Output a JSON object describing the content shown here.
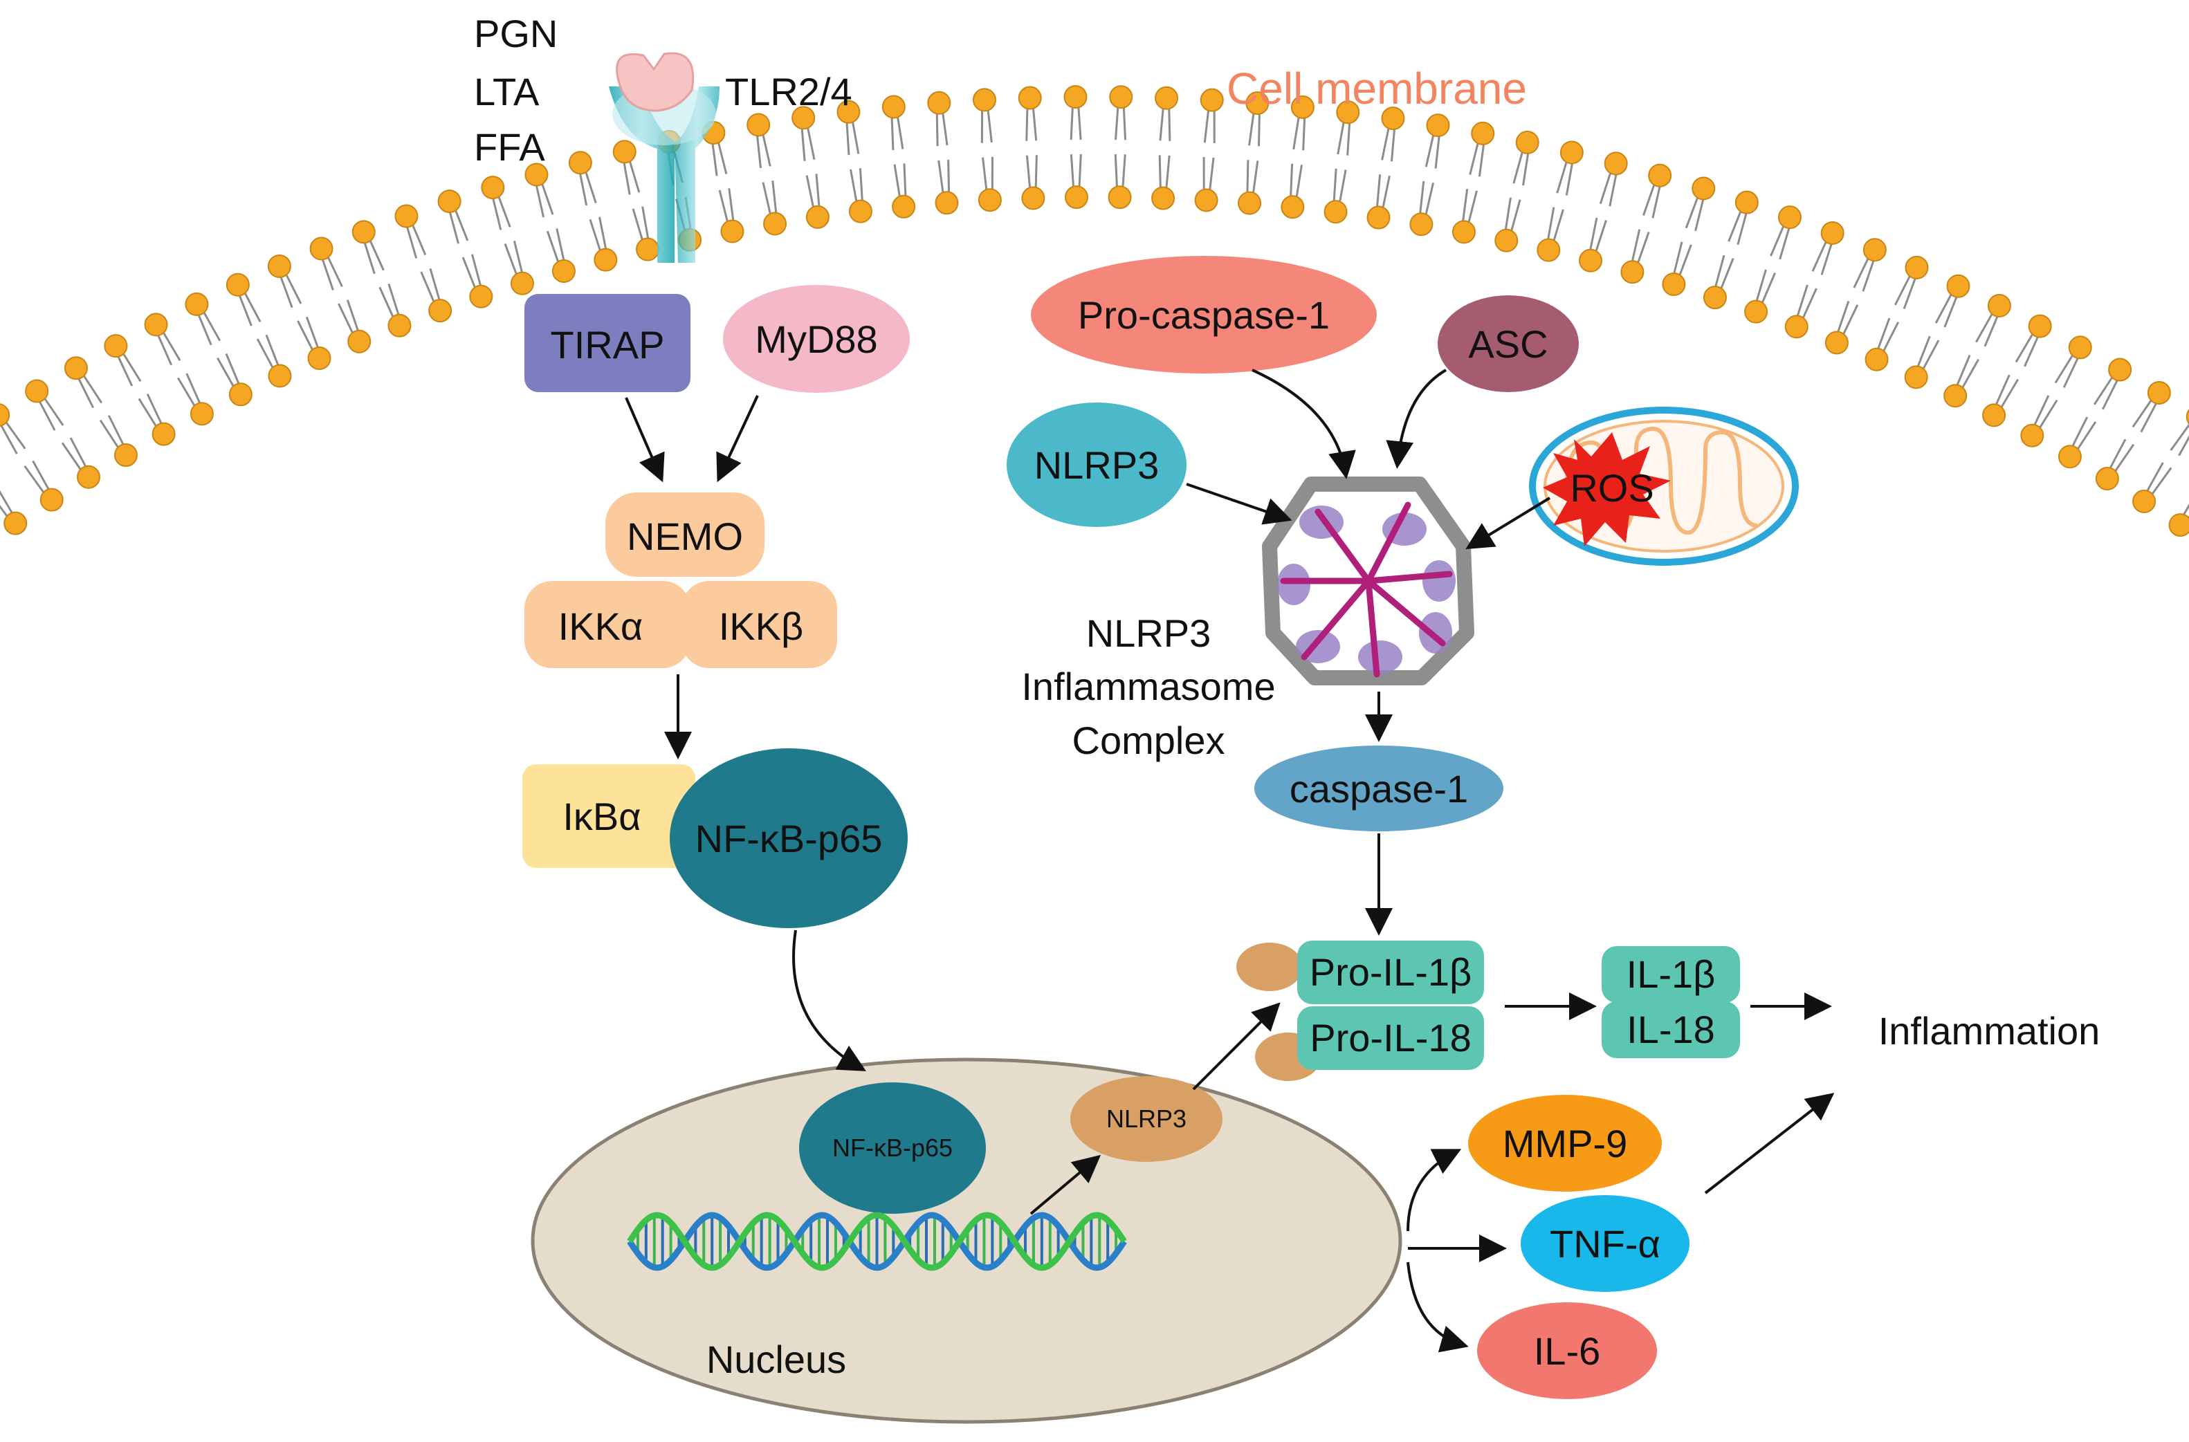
{
  "ligands": [
    "PGN",
    "LTA",
    "FFA"
  ],
  "receptor": "TLR2/4",
  "cell_membrane": "Cell membrane",
  "adaptors": {
    "tirap": "TIRAP",
    "myd88": "MyD88"
  },
  "ikk_complex": {
    "nemo": "NEMO",
    "ikka": "IKKα",
    "ikkb": "IKKβ"
  },
  "ikba": "IκBα",
  "nfkb_cytoplasm": "NF-κB-p65",
  "nucleus": {
    "label": "Nucleus",
    "nfkb": "NF-κB-p65",
    "nlrp3": "NLRP3"
  },
  "inflammasome": {
    "pro_caspase": "Pro-caspase-1",
    "asc": "ASC",
    "nlrp3": "NLRP3",
    "ros": "ROS",
    "complex_label": [
      "NLRP3",
      "Inflammasome",
      "Complex"
    ],
    "caspase": "caspase-1"
  },
  "cytokines": {
    "pro_il1b": "Pro-IL-1β",
    "pro_il18": "Pro-IL-18",
    "il1b": "IL-1β",
    "il18": "IL-18",
    "mmp9": "MMP-9",
    "tnfa": "TNF-α",
    "il6": "IL-6"
  },
  "outcome": "Inflammation",
  "colors": {
    "membrane_text": "#F4845F",
    "lipid_head": "#F5A623",
    "tirap": "#7D7EBF",
    "myd88": "#F4B8C8",
    "ikk": "#FBCB9D",
    "ikba": "#FDE29A",
    "nfkb": "#1F7A8C",
    "nucleus": "#E5DCCB",
    "nlrp3_nuc": "#D9A066",
    "pro_caspase": "#F4877A",
    "asc": "#A65C70",
    "nlrp3": "#4BB9C9",
    "ros": "#E8221B",
    "caspase": "#62A5C8",
    "cytokine_box": "#5CC6B3",
    "mmp9": "#F79A16",
    "tnfa": "#18B8EA",
    "il6": "#F2786F"
  }
}
